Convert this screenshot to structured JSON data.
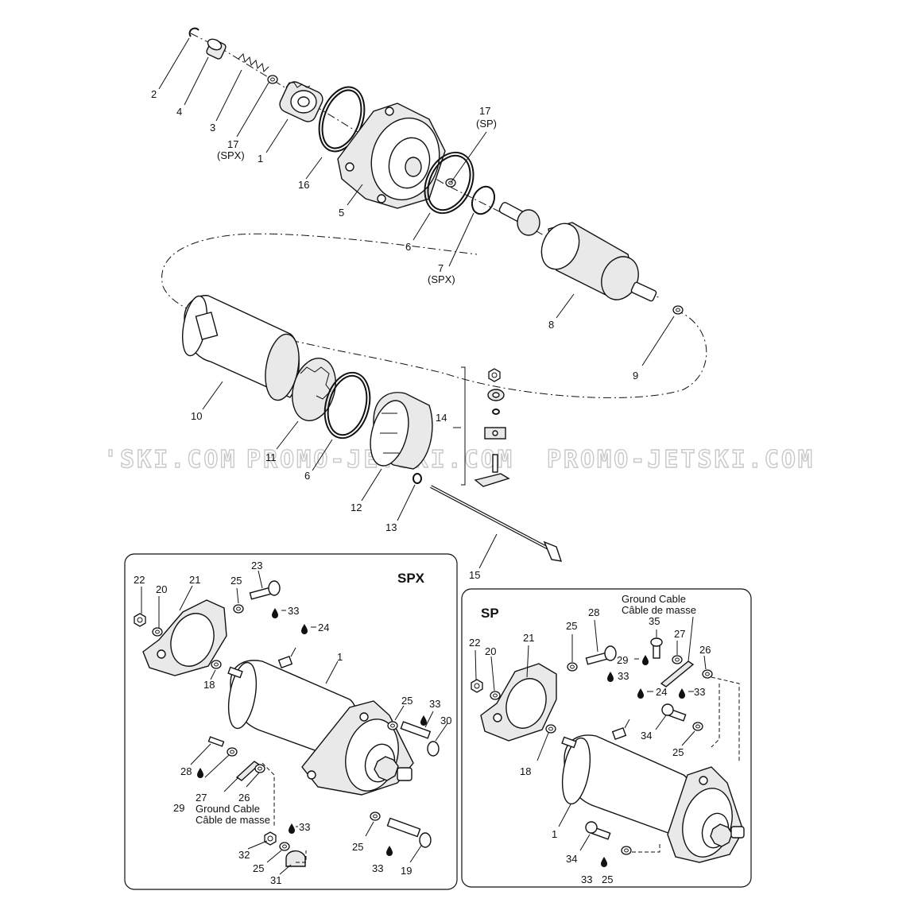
{
  "watermark": {
    "left": "'SKI.COM",
    "middle": "PROMO-JETSKI.COM",
    "right": "PROMO-JETSKI.COM"
  },
  "main_callouts": {
    "c2": "2",
    "c4": "4",
    "c3": "3",
    "c17spx_num": "17",
    "c17spx_tag": "(SPX)",
    "c1": "1",
    "c16": "16",
    "c5": "5",
    "c17sp_num": "17",
    "c17sp_tag": "(SP)",
    "c6a": "6",
    "c7_num": "7",
    "c7_tag": "(SPX)",
    "c8": "8",
    "c9": "9",
    "c10": "10",
    "c11": "11",
    "c6b": "6",
    "c12": "12",
    "c13": "13",
    "c14": "14",
    "c15": "15"
  },
  "spx_box": {
    "title": "SPX",
    "c22": "22",
    "c20": "20",
    "c21": "21",
    "c25a": "25",
    "c23": "23",
    "c33a": "33",
    "c24": "24",
    "c1": "1",
    "c18": "18",
    "c25b": "25",
    "c33b": "33",
    "c30": "30",
    "c28": "28",
    "c27": "27",
    "c26": "26",
    "c29": "29",
    "ground_cable_en": "Ground Cable",
    "ground_cable_fr": "Câble de masse",
    "c33c": "33",
    "c32": "32",
    "c25c": "25",
    "c31": "31",
    "c25d": "25",
    "c33d": "33",
    "c19": "19"
  },
  "sp_box": {
    "title": "SP",
    "ground_cable_en": "Ground Cable",
    "ground_cable_fr": "Câble de masse",
    "c35": "35",
    "c27": "27",
    "c26": "26",
    "c28": "28",
    "c25a": "25",
    "c21": "21",
    "c22": "22",
    "c20": "20",
    "c29": "29",
    "c33a": "33",
    "c33b": "33",
    "c24": "24",
    "c34a": "34",
    "c25b": "25",
    "c18": "18",
    "c1": "1",
    "c34b": "34",
    "c33c": "33",
    "c25c": "25"
  },
  "icons": [
    "oil-drop-icon"
  ]
}
